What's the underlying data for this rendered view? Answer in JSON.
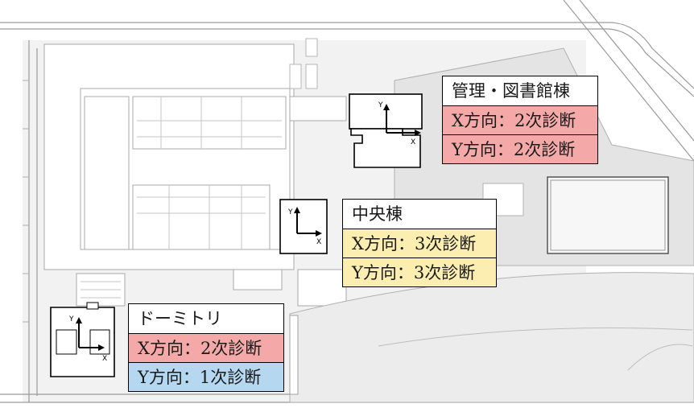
{
  "colors": {
    "red": "#f4a9a8",
    "yellow": "#fbeeb0",
    "blue": "#b5d7ef"
  },
  "buildings": {
    "admin": {
      "name": "管理・図書館棟",
      "x_dir": {
        "text": "X方向：2次診断",
        "color": "red"
      },
      "y_dir": {
        "text": "Y方向：2次診断",
        "color": "red"
      }
    },
    "central": {
      "name": "中央棟",
      "x_dir": {
        "text": "X方向：3次診断",
        "color": "yellow"
      },
      "y_dir": {
        "text": "Y方向：3次診断",
        "color": "yellow"
      }
    },
    "dormitory": {
      "name": "ドーミトリ",
      "x_dir": {
        "text": "X方向：2次診断",
        "color": "red"
      },
      "y_dir": {
        "text": "Y方向：1次診断",
        "color": "blue"
      }
    }
  },
  "axes": {
    "x": "X",
    "y": "Y"
  }
}
